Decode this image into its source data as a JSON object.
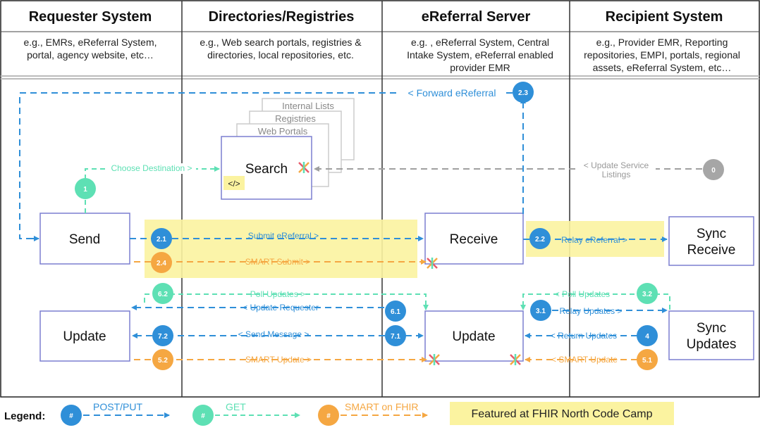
{
  "columns": [
    {
      "title": "Requester System",
      "desc": [
        "e.g., EMRs, eReferral System,",
        "portal, agency website, etc…"
      ]
    },
    {
      "title": "Directories/Registries",
      "desc": [
        "e.g., Web search portals, registries &",
        "directories, local repositories, etc."
      ]
    },
    {
      "title": "eReferral Server",
      "desc": [
        "e.g. ,  eReferral System, Central",
        "Intake System, eReferral enabled",
        "provider EMR"
      ]
    },
    {
      "title": "Recipient System",
      "desc": [
        "e.g., Provider EMR, Reporting",
        "repositories, EMPI, portals, regional",
        "assets, eReferral System, etc…"
      ]
    }
  ],
  "directory_stack": [
    "Internal Lists",
    "Registries",
    "Web Portals"
  ],
  "nodes": {
    "search": "Search",
    "search_tag": "</>",
    "send": "Send",
    "receive": "Receive",
    "sync_receive": [
      "Sync",
      "Receive"
    ],
    "update_requester": "Update",
    "update_server": "Update",
    "sync_updates": [
      "Sync",
      "Updates"
    ]
  },
  "arrows": {
    "forward_ereferral": "< Forward eReferral",
    "choose_destination": "Choose Destination >",
    "update_service_listings": [
      "< Update Service",
      "Listings"
    ],
    "submit_ereferral": "Submit eReferral >",
    "smart_submit": "SMART Submit >",
    "relay_ereferral": "Relay eReferral >",
    "poll_updates_requester": "Poll Updates >",
    "update_requester": "< Update Requester",
    "poll_updates_recipient": "< Poll Updates",
    "relay_updates": "Relay Updates >",
    "send_message": "< Send Message >",
    "return_updates": "< Return Updates",
    "smart_update_requester": "SMART Update >",
    "smart_update_recipient": "< SMART Update"
  },
  "badges": {
    "b0": "0",
    "b1": "1",
    "b2_1": "2.1",
    "b2_2": "2.2",
    "b2_3": "2.3",
    "b2_4": "2.4",
    "b3_1": "3.1",
    "b3_2": "3.2",
    "b4": "4",
    "b5_1": "5.1",
    "b5_2": "5.2",
    "b6_1": "6.1",
    "b6_2": "6.2",
    "b7_1": "7.1",
    "b7_2": "7.2"
  },
  "legend": {
    "title": "Legend:",
    "badge_symbol": "#",
    "items": [
      "POST/PUT",
      "GET",
      "SMART on FHIR"
    ],
    "featured": "Featured at FHIR North Code Camp"
  },
  "colors": {
    "post_put": "#2f8fd8",
    "get": "#5ee0b4",
    "smart": "#f5a742",
    "listing": "#a6a6a6",
    "highlight": "#fbf3a0",
    "node_border": "#7b7fd0"
  }
}
